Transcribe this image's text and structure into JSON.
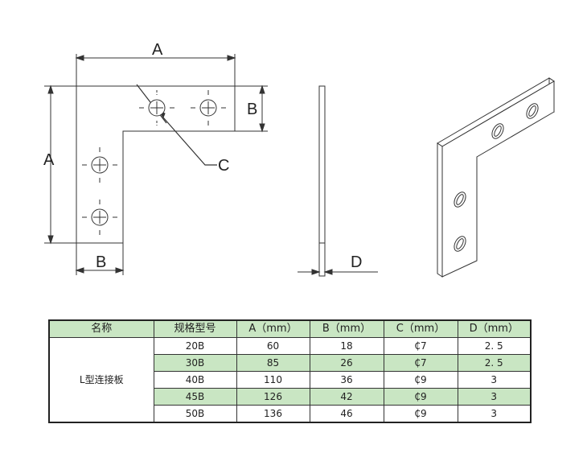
{
  "labels": {
    "front_A_top": "A",
    "front_A_left": "A",
    "front_B_right": "B",
    "front_B_bottom": "B",
    "front_C": "C",
    "side_D": "D"
  },
  "table": {
    "headers": [
      "名称",
      "规格型号",
      "A（mm）",
      "B（mm）",
      "C（mm）",
      "D（mm）"
    ],
    "product_name": "L型连接板",
    "rows": [
      {
        "model": "20B",
        "a": "60",
        "b": "18",
        "c": "₵7",
        "d": "2. 5"
      },
      {
        "model": "30B",
        "a": "85",
        "b": "26",
        "c": "₵7",
        "d": "2. 5"
      },
      {
        "model": "40B",
        "a": "110",
        "b": "36",
        "c": "₵9",
        "d": "3"
      },
      {
        "model": "45B",
        "a": "126",
        "b": "42",
        "c": "₵9",
        "d": "3"
      },
      {
        "model": "50B",
        "a": "136",
        "b": "46",
        "c": "₵9",
        "d": "3"
      }
    ]
  },
  "colors": {
    "header_bg": "#c9e6c3",
    "line": "#333333"
  }
}
